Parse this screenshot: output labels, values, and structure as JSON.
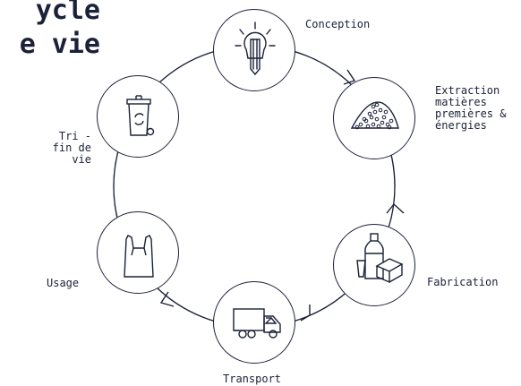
{
  "title": {
    "line1": "ycle",
    "line2": "e vie"
  },
  "stages": [
    {
      "id": "conception",
      "label": "Conception",
      "icon": "lightbulb-pencil-icon"
    },
    {
      "id": "extraction",
      "label": "Extraction\nmatières\npremières &\nénergies",
      "icon": "granules-pile-icon"
    },
    {
      "id": "fabrication",
      "label": "Fabrication",
      "icon": "bottle-cup-box-icon"
    },
    {
      "id": "transport",
      "label": "Transport",
      "icon": "truck-icon"
    },
    {
      "id": "usage",
      "label": "Usage",
      "icon": "plastic-bag-icon"
    },
    {
      "id": "tri",
      "label": "Tri -\nfin de vie",
      "icon": "recycling-bin-icon"
    }
  ],
  "colors": {
    "ink": "#1b2138",
    "background": "#ffffff"
  }
}
